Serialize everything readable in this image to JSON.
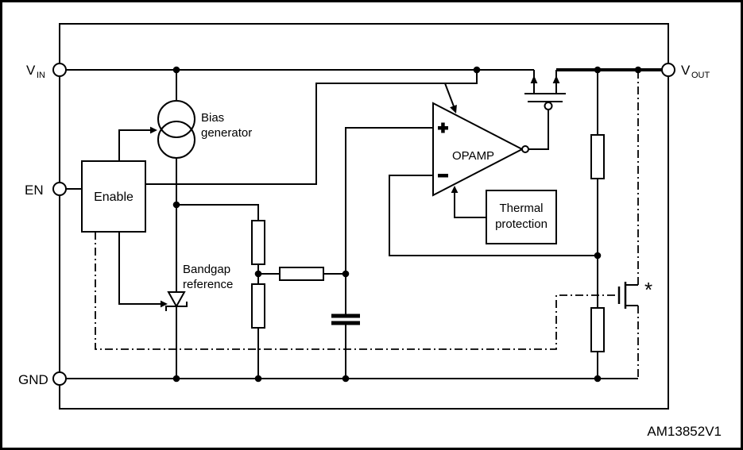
{
  "meta": {
    "part_number": "AM13852V1"
  },
  "pins": {
    "vin": {
      "main": "V",
      "sub": "IN"
    },
    "en": {
      "label": "EN"
    },
    "gnd": {
      "label": "GND"
    },
    "vout": {
      "main": "V",
      "sub": "OUT"
    }
  },
  "blocks": {
    "enable": {
      "label": "Enable"
    },
    "bias_generator": {
      "line1": "Bias",
      "line2": "generator"
    },
    "bandgap_reference": {
      "line1": "Bandgap",
      "line2": "reference"
    },
    "opamp": {
      "label": "OPAMP"
    },
    "thermal_protection": {
      "line1": "Thermal",
      "line2": "protection"
    },
    "discharge_transistor": {
      "note": "*"
    }
  },
  "colors": {
    "line": "#000000",
    "background": "#ffffff"
  }
}
